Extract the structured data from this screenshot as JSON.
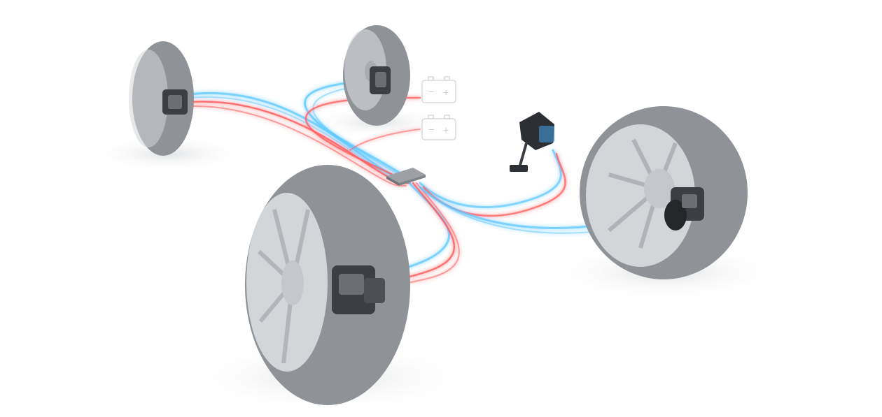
{
  "scene": {
    "background": "#ffffff",
    "tire_color": "#8f9397",
    "rim_color": "#d3d6d9",
    "caliper_color": "#3b3e42",
    "wire_colors": {
      "signal": "#5ec8ff",
      "power": "#ff5a5a"
    },
    "battery_outline_color": "#d7dade"
  },
  "components": {
    "wheels": [
      "front-left",
      "front-right",
      "rear-left",
      "rear-right"
    ],
    "batteries": [
      {
        "minus": "−",
        "plus": "+"
      },
      {
        "minus": "−",
        "plus": "+"
      }
    ],
    "pedal": "brake-pedal",
    "controller": "control-unit"
  }
}
